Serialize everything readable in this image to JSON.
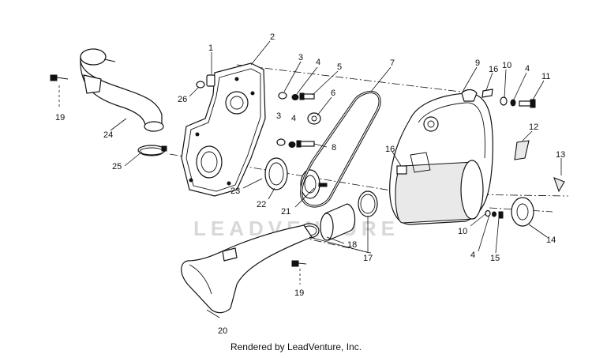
{
  "watermark": "LEADVENTURE",
  "caption": "Rendered by LeadVenture, Inc.",
  "callouts": {
    "c1": "1",
    "c2": "2",
    "c3a": "3",
    "c3b": "3",
    "c4a": "4",
    "c4b": "4",
    "c4c": "4",
    "c4d": "4",
    "c5": "5",
    "c6": "6",
    "c7": "7",
    "c8": "8",
    "c9": "9",
    "c10a": "10",
    "c10b": "10",
    "c11": "11",
    "c12": "12",
    "c13": "13",
    "c14": "14",
    "c15": "15",
    "c16a": "16",
    "c16b": "16",
    "c17": "17",
    "c18": "18",
    "c19a": "19",
    "c19b": "19",
    "c20": "20",
    "c21": "21",
    "c22": "22",
    "c23": "23",
    "c24": "24",
    "c25": "25",
    "c26": "26"
  }
}
